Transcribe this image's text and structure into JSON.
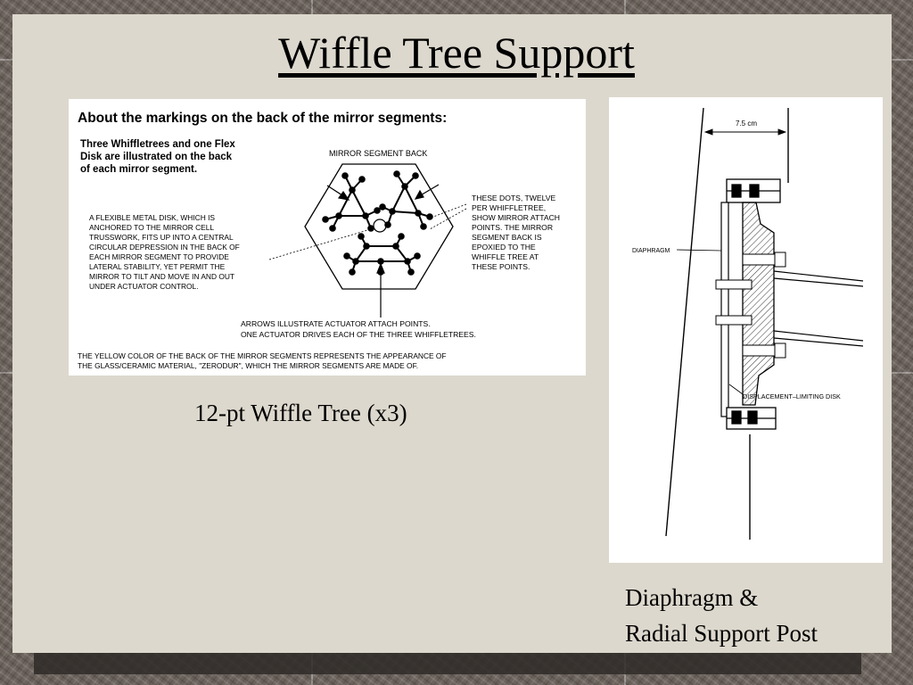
{
  "slide": {
    "title": "Wiffle Tree Support",
    "left_caption": "12-pt Wiffle Tree (x3)",
    "right_caption_line1": "Diaphragm &",
    "right_caption_line2": "Radial Support Post"
  },
  "figure_left": {
    "heading": "About the markings on the back of the mirror segments:",
    "intro_lines": [
      "Three Whiffletrees and one Flex",
      "Disk are illustrated on the back",
      "of each mirror segment."
    ],
    "segment_label": "MIRROR SEGMENT BACK",
    "flex_disk_lines": [
      "A FLEXIBLE METAL DISK, WHICH IS",
      "ANCHORED TO THE MIRROR CELL",
      "TRUSSWORK, FITS UP INTO A CENTRAL",
      "CIRCULAR DEPRESSION IN THE BACK OF",
      "EACH MIRROR SEGMENT TO PROVIDE",
      "LATERAL STABILITY, YET PERMIT THE",
      "MIRROR TO TILT AND MOVE IN AND OUT",
      "UNDER ACTUATOR CONTROL."
    ],
    "dots_lines": [
      "THESE DOTS, TWELVE",
      "PER WHIFFLETREE,",
      "SHOW MIRROR ATTACH",
      "POINTS.  THE MIRROR",
      "SEGMENT BACK IS",
      "EPOXIED TO THE",
      "WHIFFLE TREE AT",
      "THESE POINTS."
    ],
    "arrows_lines": [
      "ARROWS ILLUSTRATE ACTUATOR ATTACH POINTS.",
      "ONE ACTUATOR DRIVES EACH OF THE THREE WHIFFLETREES."
    ],
    "yellow_lines": [
      "THE YELLOW COLOR OF THE  BACK OF THE MIRROR SEGMENTS REPRESENTS THE APPEARANCE OF",
      "THE GLASS/CERAMIC MATERIAL, \"ZERODUR\", WHICH THE MIRROR SEGMENTS ARE MADE OF."
    ]
  },
  "figure_right": {
    "dimension_label": "7.5 cm",
    "diaphragm_label": "DIAPHRAGM",
    "disk_label": "DISPLACEMENT–LIMITING  DISK"
  },
  "colors": {
    "slide_background": "#ddd8cd",
    "frame_background": "#6b625c",
    "ink": "#000000"
  }
}
